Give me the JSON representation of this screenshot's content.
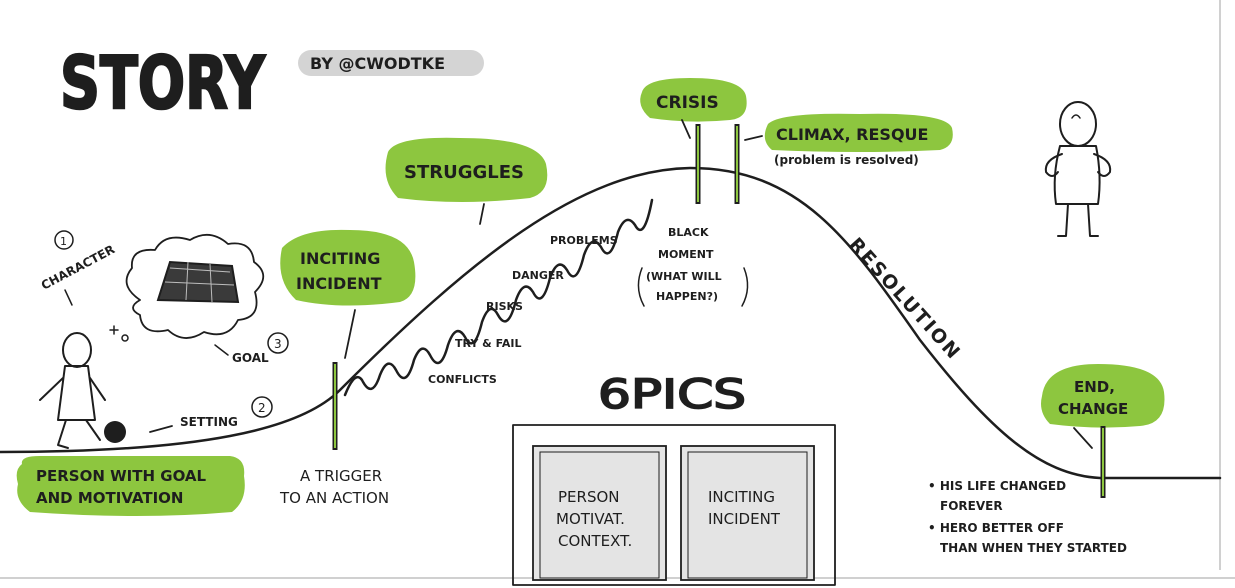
{
  "header": {
    "title": "STORY",
    "byline": "BY @CWODTKE"
  },
  "labels": {
    "character": "CHARACTER",
    "character_num": "1",
    "goal": "GOAL",
    "goal_num": "3",
    "setting": "SETTING",
    "setting_num": "2",
    "person_goal": [
      "PERSON WITH GOAL",
      "AND MOTIVATION"
    ],
    "inciting": [
      "INCITING",
      "INCIDENT"
    ],
    "trigger": [
      "A TRIGGER",
      "TO AN ACTION"
    ],
    "struggles": "STRUGGLES",
    "problems": "PROBLEMS",
    "danger": "DANGER",
    "risks": "RISKS",
    "try_fail": "TRY & FAIL",
    "conflicts": "CONFLICTS",
    "crisis": "CRISIS",
    "black_moment": [
      "BLACK",
      "MOMENT",
      "(WHAT WILL",
      "HAPPEN?)"
    ],
    "climax": "CLIMAX, RESQUE",
    "climax_sub": "(problem is resolved)",
    "resolution": "RESOLUTION",
    "end": [
      "END,",
      "CHANGE"
    ],
    "bullets": [
      "• HIS LIFE CHANGED",
      "FOREVER",
      "• HERO BETTER OFF",
      "THAN WHEN THEY STARTED"
    ],
    "pics_title": "6PICS",
    "pic1": [
      "PERSON",
      "MOTIVAT.",
      "CONTEXT."
    ],
    "pic2": [
      "INCITING",
      "INCIDENT"
    ]
  },
  "colors": {
    "accent": "#8dc63f",
    "ink": "#1e1e1e",
    "badge": "#d4d4d4",
    "panel": "#e4e4e4"
  }
}
